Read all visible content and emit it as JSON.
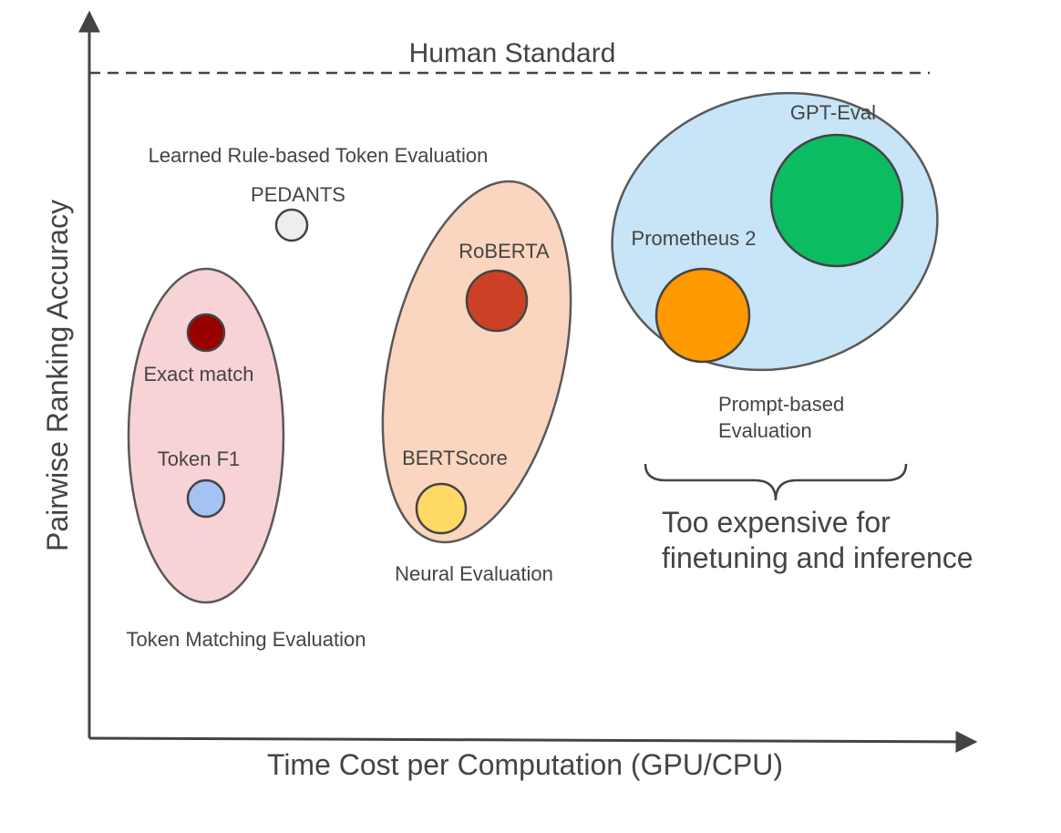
{
  "axes": {
    "x_label": "Time Cost per Computation (GPU/CPU)",
    "y_label": "Pairwise Ranking Accuracy"
  },
  "reference_line": {
    "label": "Human Standard"
  },
  "groups": {
    "token_matching": {
      "label": "Token Matching Evaluation",
      "fill": "#f8d3d6"
    },
    "learned_rule": {
      "label": "Learned Rule-based Token Evaluation"
    },
    "neural": {
      "label": "Neural Evaluation",
      "fill": "#fad5bf"
    },
    "prompt_based": {
      "label_line1": "Prompt-based",
      "label_line2": "Evaluation",
      "fill": "#c8e4f7"
    }
  },
  "methods": {
    "exact_match": {
      "label": "Exact match",
      "color": "#990000"
    },
    "token_f1": {
      "label": "Token F1",
      "color": "#a4c2f4"
    },
    "pedants": {
      "label": "PEDANTS",
      "color": "#eeeeee"
    },
    "roberta": {
      "label": "RoBERTA",
      "color": "#cc4125"
    },
    "bertscore": {
      "label": "BERTScore",
      "color": "#ffd966"
    },
    "prometheus_2": {
      "label": "Prometheus 2",
      "color": "#ff9900"
    },
    "gpt_eval": {
      "label": "GPT-Eval",
      "color": "#0cbc62"
    }
  },
  "note": {
    "line1": "Too expensive for",
    "line2": "finetuning and inference"
  }
}
